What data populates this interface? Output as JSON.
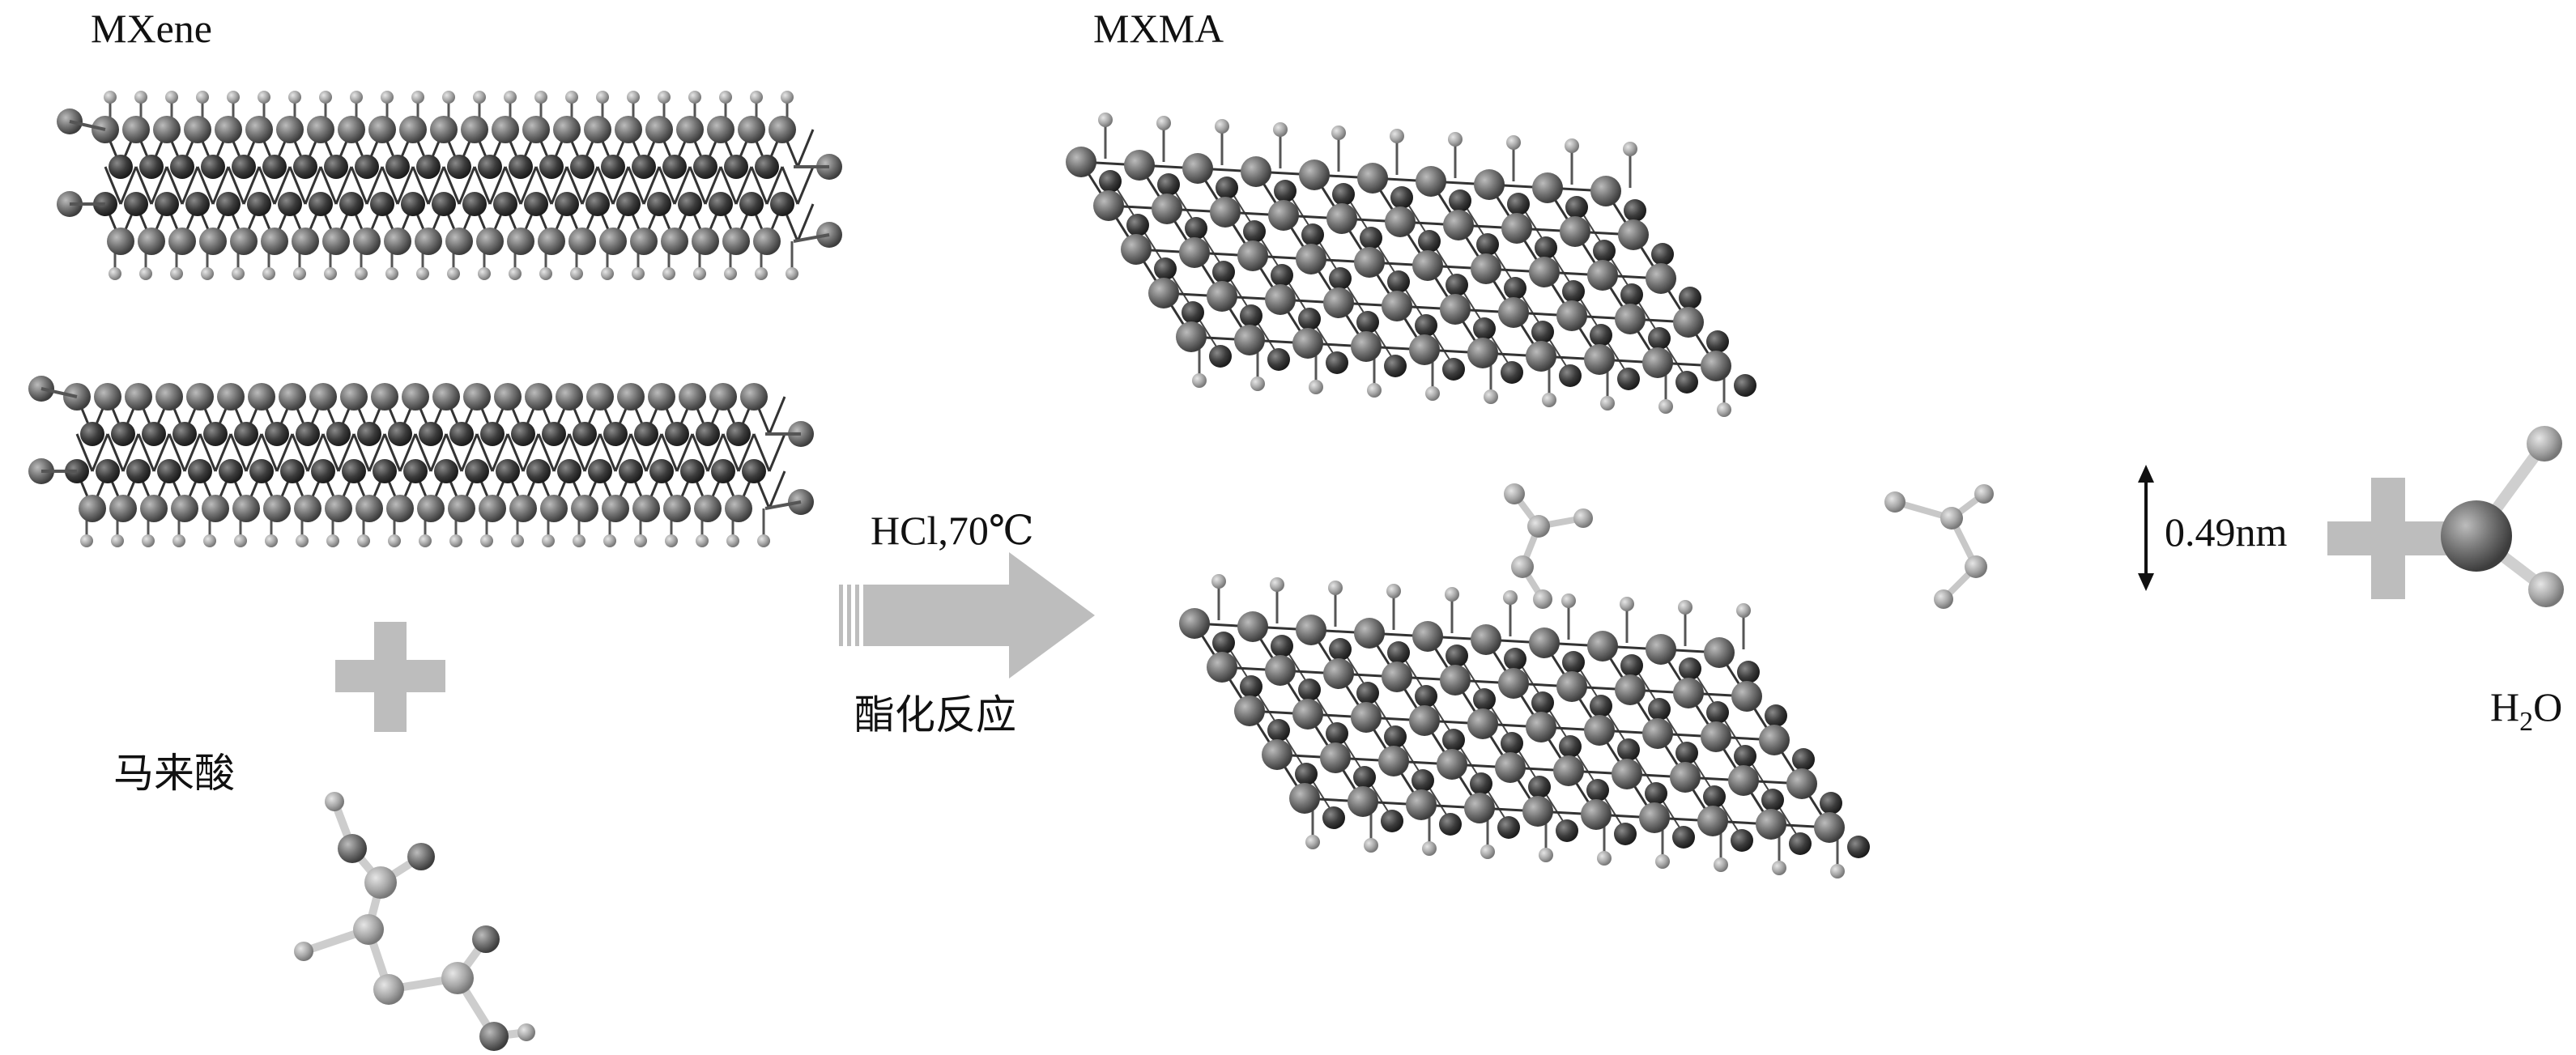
{
  "labels": {
    "mxene": "MXene",
    "mxma": "MXMA",
    "maleic_acid": "马来酸",
    "condition": "HCl,70℃",
    "reaction": "酯化反应",
    "spacing": "0.49nm",
    "water_main": "H",
    "water_sub": "2",
    "water_end": "O"
  },
  "colors": {
    "atom_large": "#6f6f6f",
    "atom_dark": "#3a3a3a",
    "atom_small": "#a9a9a9",
    "arrow": "#bdbdbd",
    "plus": "#bdbdbd",
    "bond": "#2a2a2a"
  }
}
